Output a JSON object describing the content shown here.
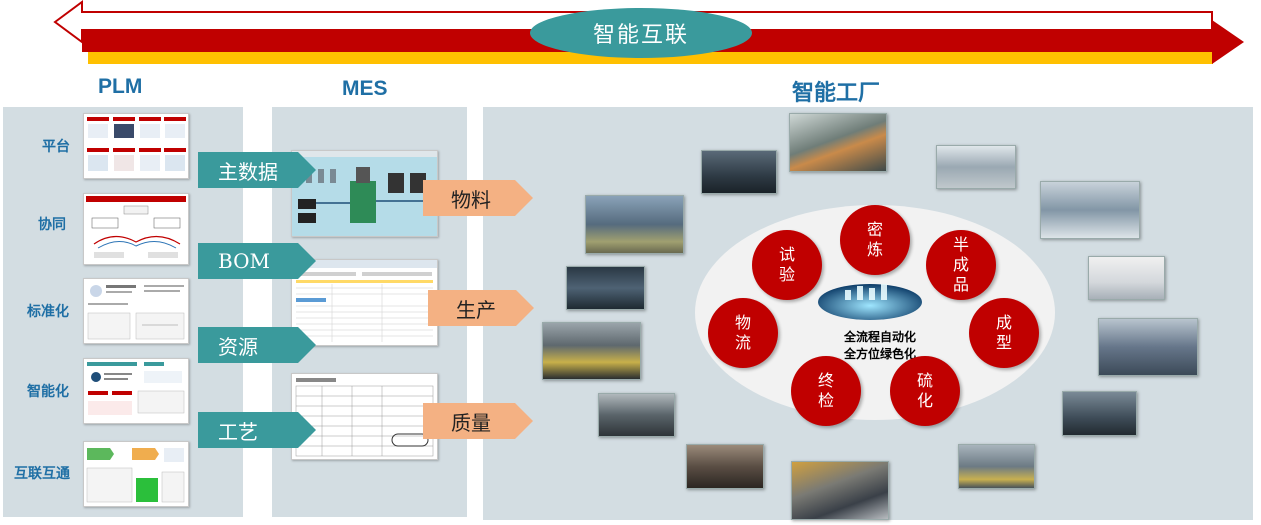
{
  "banner": {
    "label": "智能互联",
    "colors": {
      "arrow_red": "#c00000",
      "arrow_yellow": "#ffc000",
      "oval": "#3a9a9c"
    }
  },
  "columns": {
    "plm": "PLM",
    "mes": "MES",
    "factory": "智能工厂"
  },
  "plm": {
    "items": [
      "平台",
      "协同",
      "标准化",
      "智能化",
      "互联互通"
    ]
  },
  "links_left": [
    "主数据",
    "BOM",
    "资源",
    "工艺"
  ],
  "links_right": [
    "物料",
    "生产",
    "质量"
  ],
  "factory": {
    "processes": [
      "密炼",
      "半成品",
      "成型",
      "硫化",
      "终检",
      "物流",
      "试验"
    ],
    "center_lines": [
      "全流程自动化",
      "全方位绿色化"
    ]
  }
}
